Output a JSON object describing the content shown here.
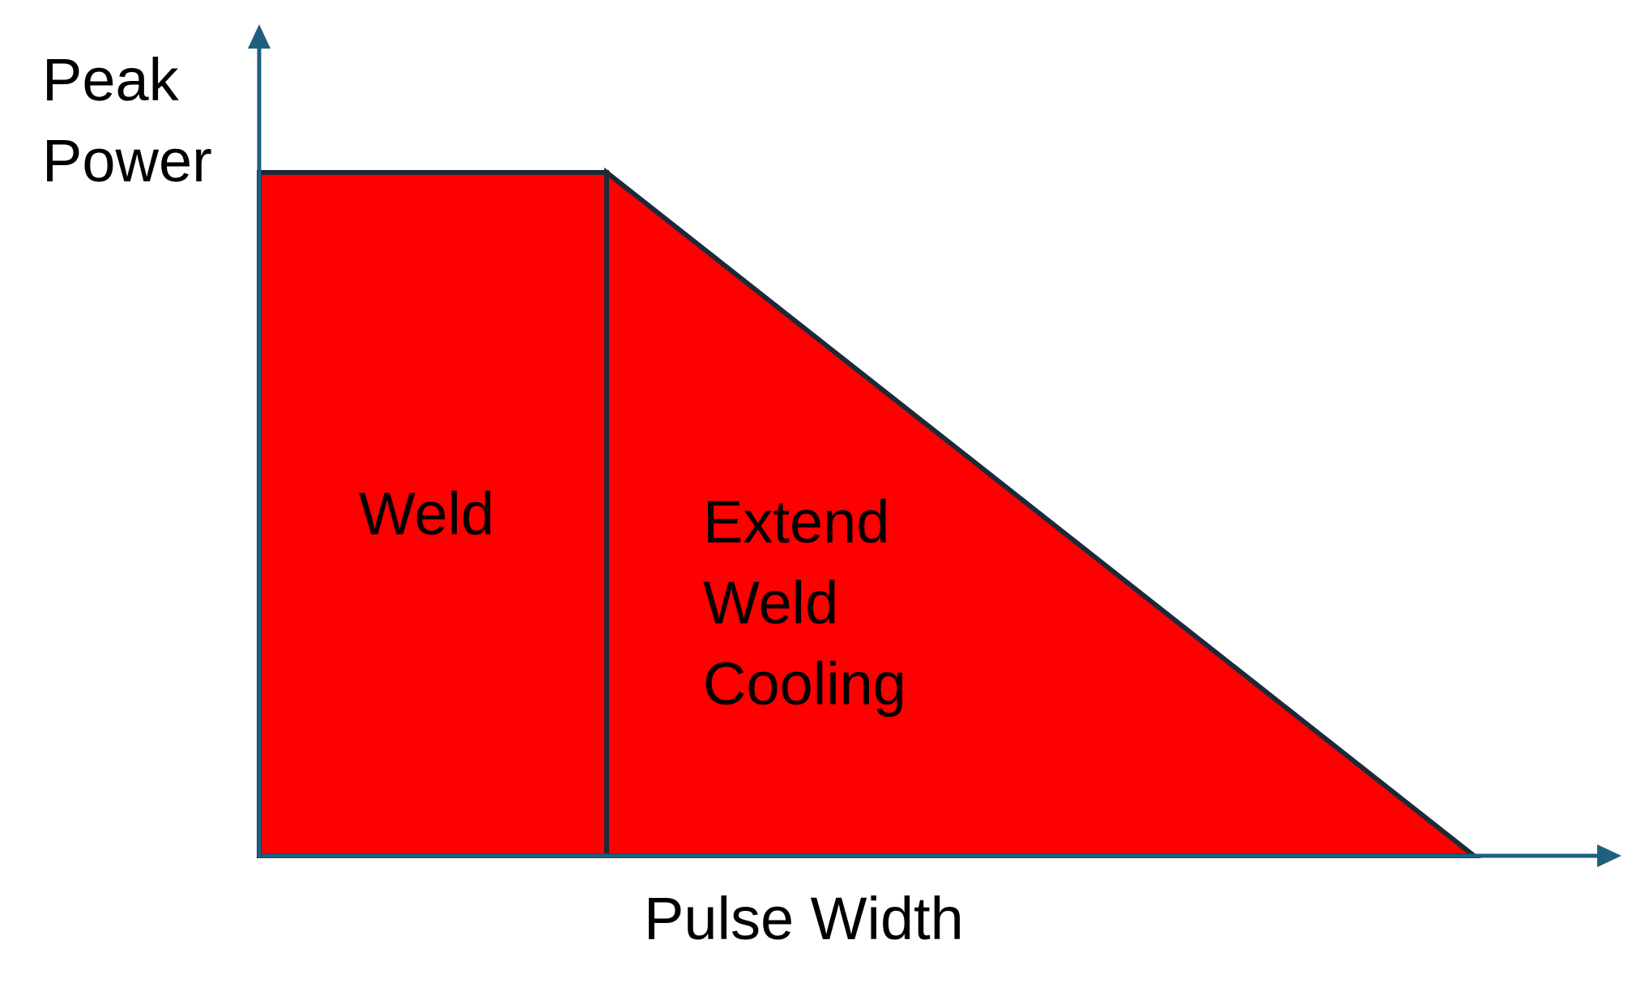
{
  "diagram": {
    "y_axis_label": [
      "Peak",
      "Power"
    ],
    "x_axis_label": "Pulse Width",
    "regions": {
      "weld": {
        "label": [
          "Weld"
        ]
      },
      "cooling": {
        "label": [
          "Extend",
          "Weld",
          "Cooling"
        ]
      }
    },
    "colors": {
      "fill": "#ff0000",
      "outline": "#1b2a3a",
      "axis": "#1f5f7f",
      "text": "#000000"
    }
  }
}
